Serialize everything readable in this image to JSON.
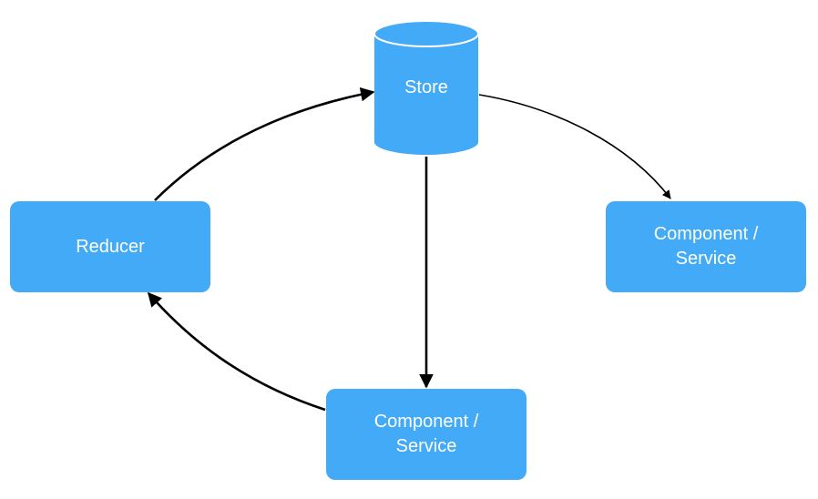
{
  "colors": {
    "node_fill": "#42AAF6",
    "cylinder_top": "#42AAF6",
    "edge": "#000000",
    "background": "#ffffff"
  },
  "nodes": {
    "store": {
      "label": "Store",
      "shape": "cylinder"
    },
    "reducer": {
      "label": "Reducer",
      "shape": "rounded-rect"
    },
    "component_right": {
      "label": "Component /\nService",
      "shape": "rounded-rect"
    },
    "component_bottom": {
      "label": "Component /\nService",
      "shape": "rounded-rect"
    }
  },
  "edges": [
    {
      "from": "store",
      "to": "component_right"
    },
    {
      "from": "store",
      "to": "component_bottom"
    },
    {
      "from": "component_bottom",
      "to": "reducer"
    },
    {
      "from": "reducer",
      "to": "store"
    }
  ]
}
